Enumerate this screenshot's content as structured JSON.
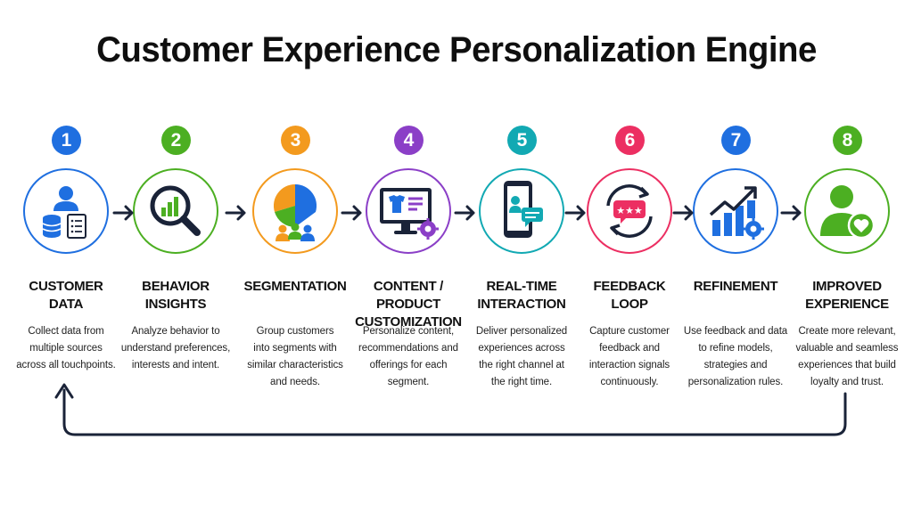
{
  "title": "Customer Experience Personalization Engine",
  "steps": [
    {
      "number": "1",
      "label": "CUSTOMER\nDATA",
      "description": "Collect data from\nmultiple sources\nacross all touchpoints.",
      "color": "#1f6fe0",
      "icon": "user-database-document-icon"
    },
    {
      "number": "2",
      "label": "BEHAVIOR\nINSIGHTS",
      "description": "Analyze behavior to\nunderstand preferences,\ninterests and intent.",
      "color": "#4caf22",
      "icon": "magnifier-bar-chart-icon"
    },
    {
      "number": "3",
      "label": "SEGMENTATION",
      "description": "Group customers\ninto segments with\nsimilar characteristics\nand needs.",
      "color": "#f39a1e",
      "icon": "pie-chart-people-icon"
    },
    {
      "number": "4",
      "label": "CONTENT / PRODUCT\nCUSTOMIZATION",
      "description": "Personalize content,\nrecommendations and\nofferings for each\nsegment.",
      "color": "#8b3fc7",
      "icon": "monitor-shirt-gear-icon"
    },
    {
      "number": "5",
      "label": "REAL-TIME\nINTERACTION",
      "description": "Deliver personalized\nexperiences across\nthe right channel at\nthe right time.",
      "color": "#12a9b3",
      "icon": "smartphone-chat-icon"
    },
    {
      "number": "6",
      "label": "FEEDBACK\nLOOP",
      "description": "Capture customer\nfeedback and\ninteraction signals\ncontinuously.",
      "color": "#ec2f62",
      "icon": "feedback-cycle-stars-icon"
    },
    {
      "number": "7",
      "label": "REFINEMENT",
      "description": "Use feedback and data\nto refine models,\nstrategies and\npersonalization rules.",
      "color": "#1f6fe0",
      "icon": "growth-chart-gear-icon"
    },
    {
      "number": "8",
      "label": "IMPROVED\nEXPERIENCE",
      "description": "Create more relevant,\nvaluable and seamless\nexperiences that build\nloyalty and trust.",
      "color": "#4caf22",
      "icon": "user-heart-icon"
    }
  ],
  "colors": {
    "dark": "#1a2338",
    "blue": "#1f6fe0",
    "green": "#4caf22",
    "orange": "#f39a1e",
    "purple": "#8b3fc7",
    "teal": "#12a9b3",
    "pink": "#ec2f62"
  }
}
